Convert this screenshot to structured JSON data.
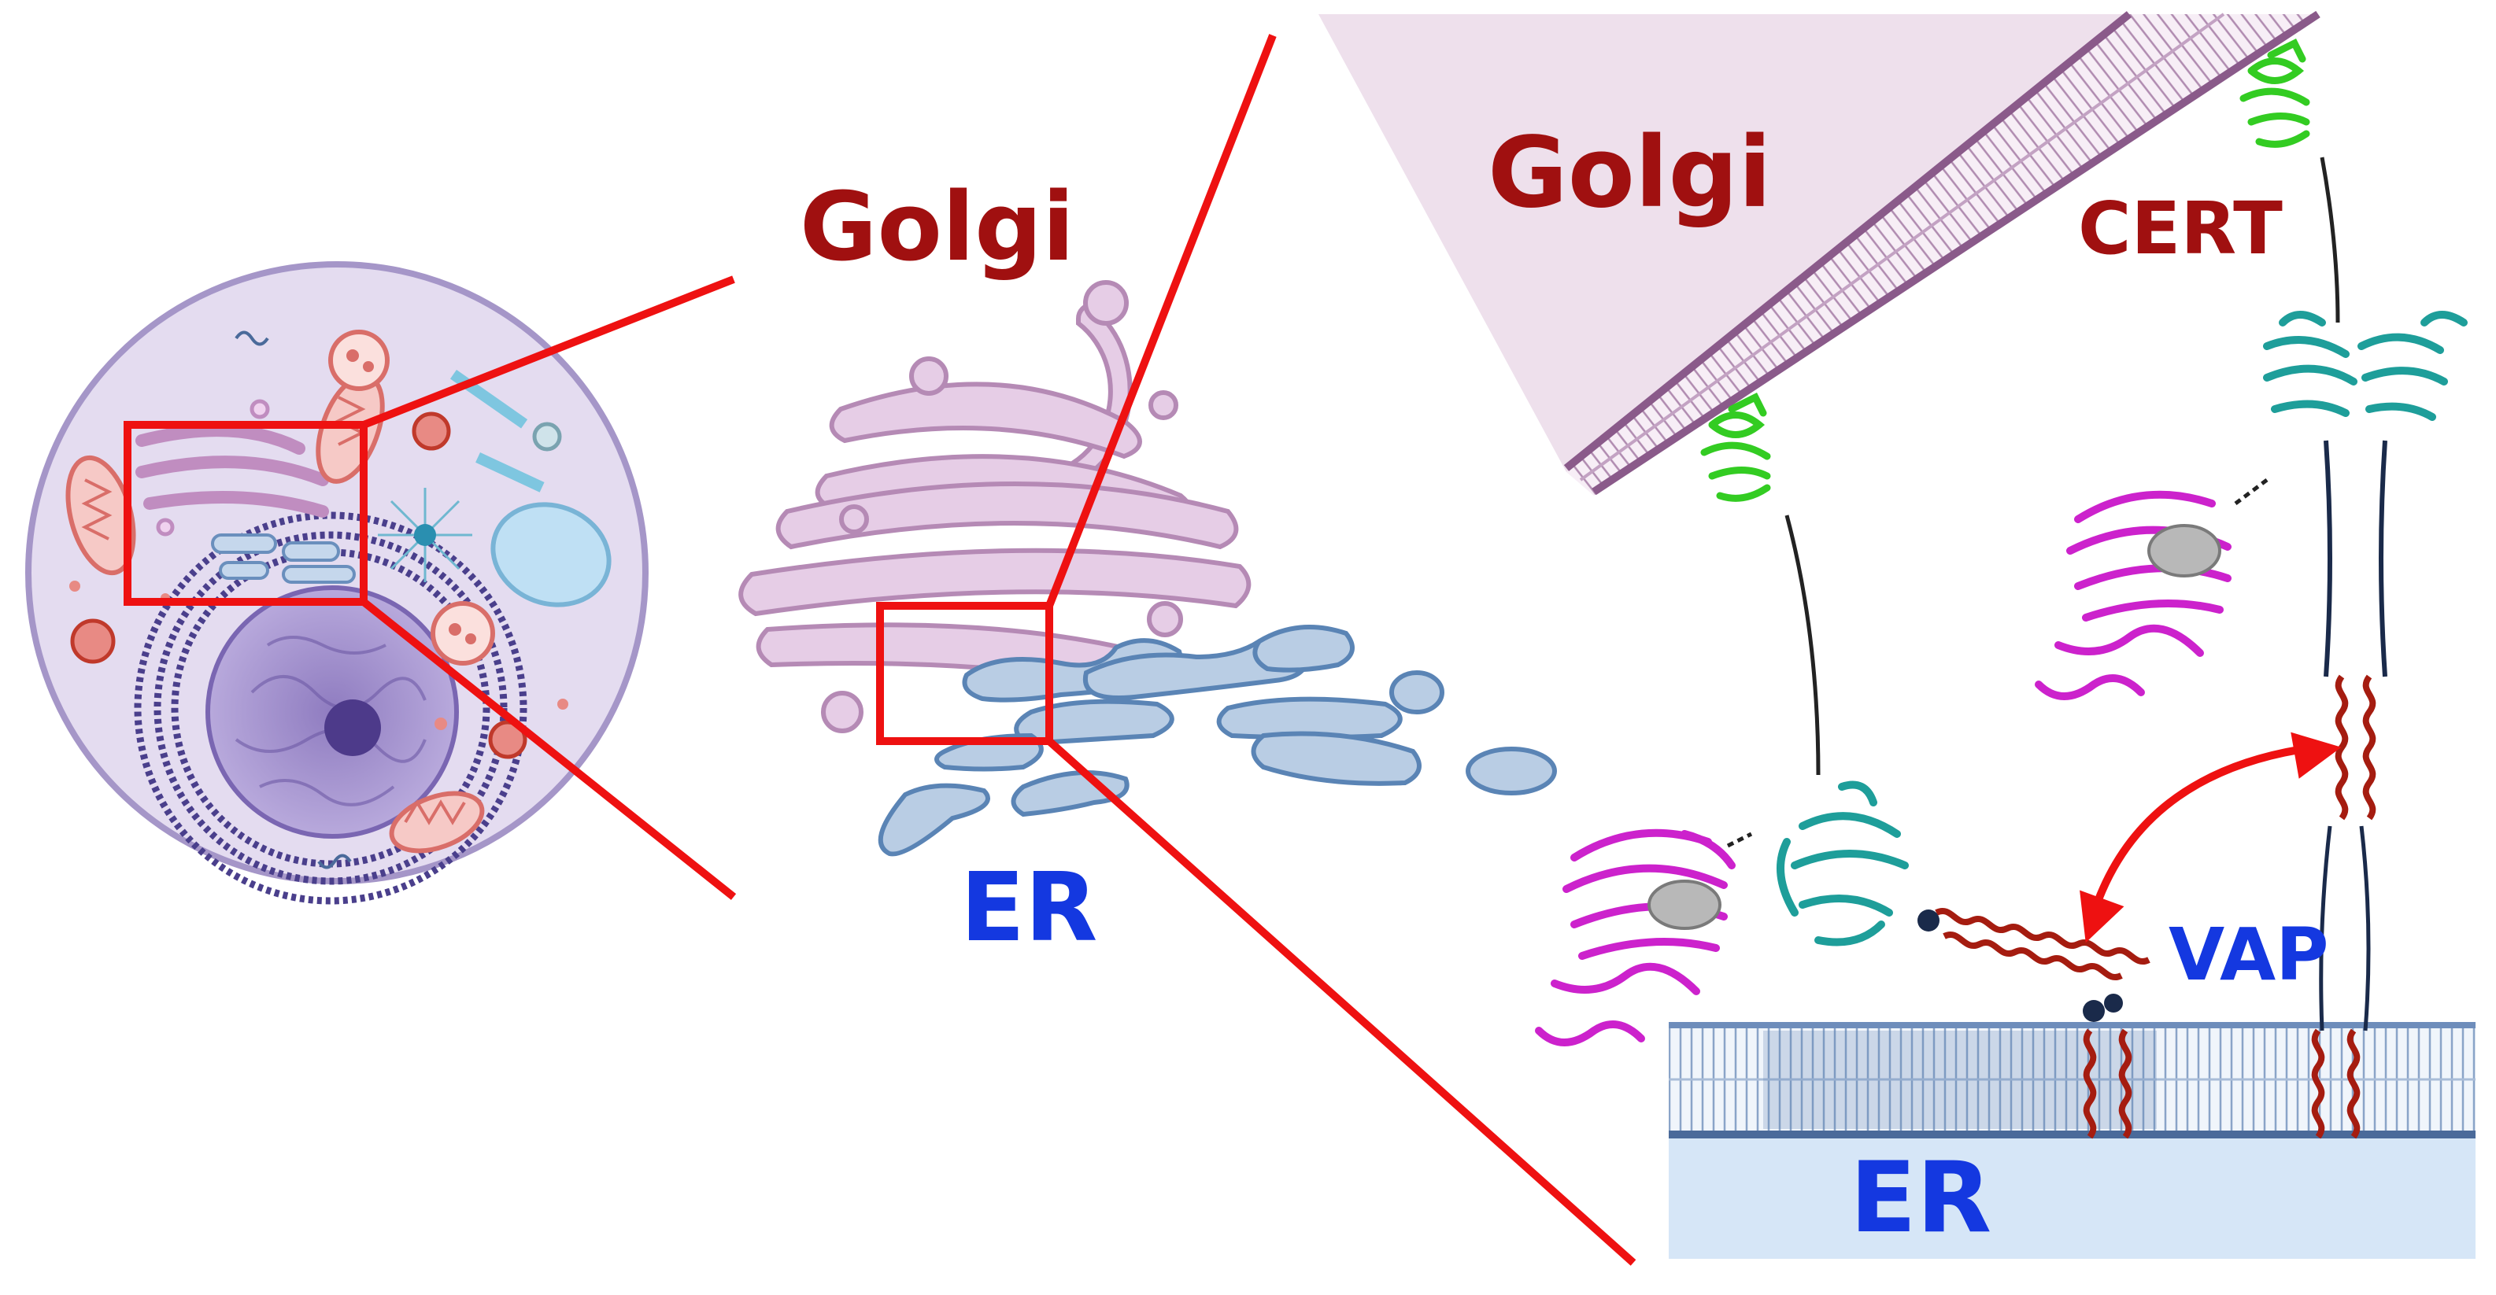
{
  "labels": {
    "golgi_mid": "Golgi",
    "er_mid": "ER",
    "golgi_right": "Golgi",
    "cert": "CERT",
    "vap": "VAP",
    "er_right": "ER"
  },
  "colors": {
    "callout_red": "#ee1111",
    "golgi_text": "#a01010",
    "er_text": "#1438e0",
    "golgi_fill": "#e6cde6",
    "golgi_stroke": "#b58ab5",
    "er_fill": "#b9cde4",
    "er_stroke": "#5a84b5",
    "cell_fill": "#e4dcf0",
    "cell_stroke": "#a596c8",
    "membrane_dark": "#4a6a9a",
    "er_lumen": "#d6e6f7",
    "helix_red": "#a51c10",
    "magenta_domain": "#cc22cc",
    "cyan_domain": "#1e9e9a",
    "green_domain": "#33cc22"
  },
  "icons": [
    "cell-icon",
    "golgi-stack-icon",
    "er-tubule-icon",
    "membrane-icon",
    "protein-structure-icon",
    "double-arrow-icon"
  ]
}
